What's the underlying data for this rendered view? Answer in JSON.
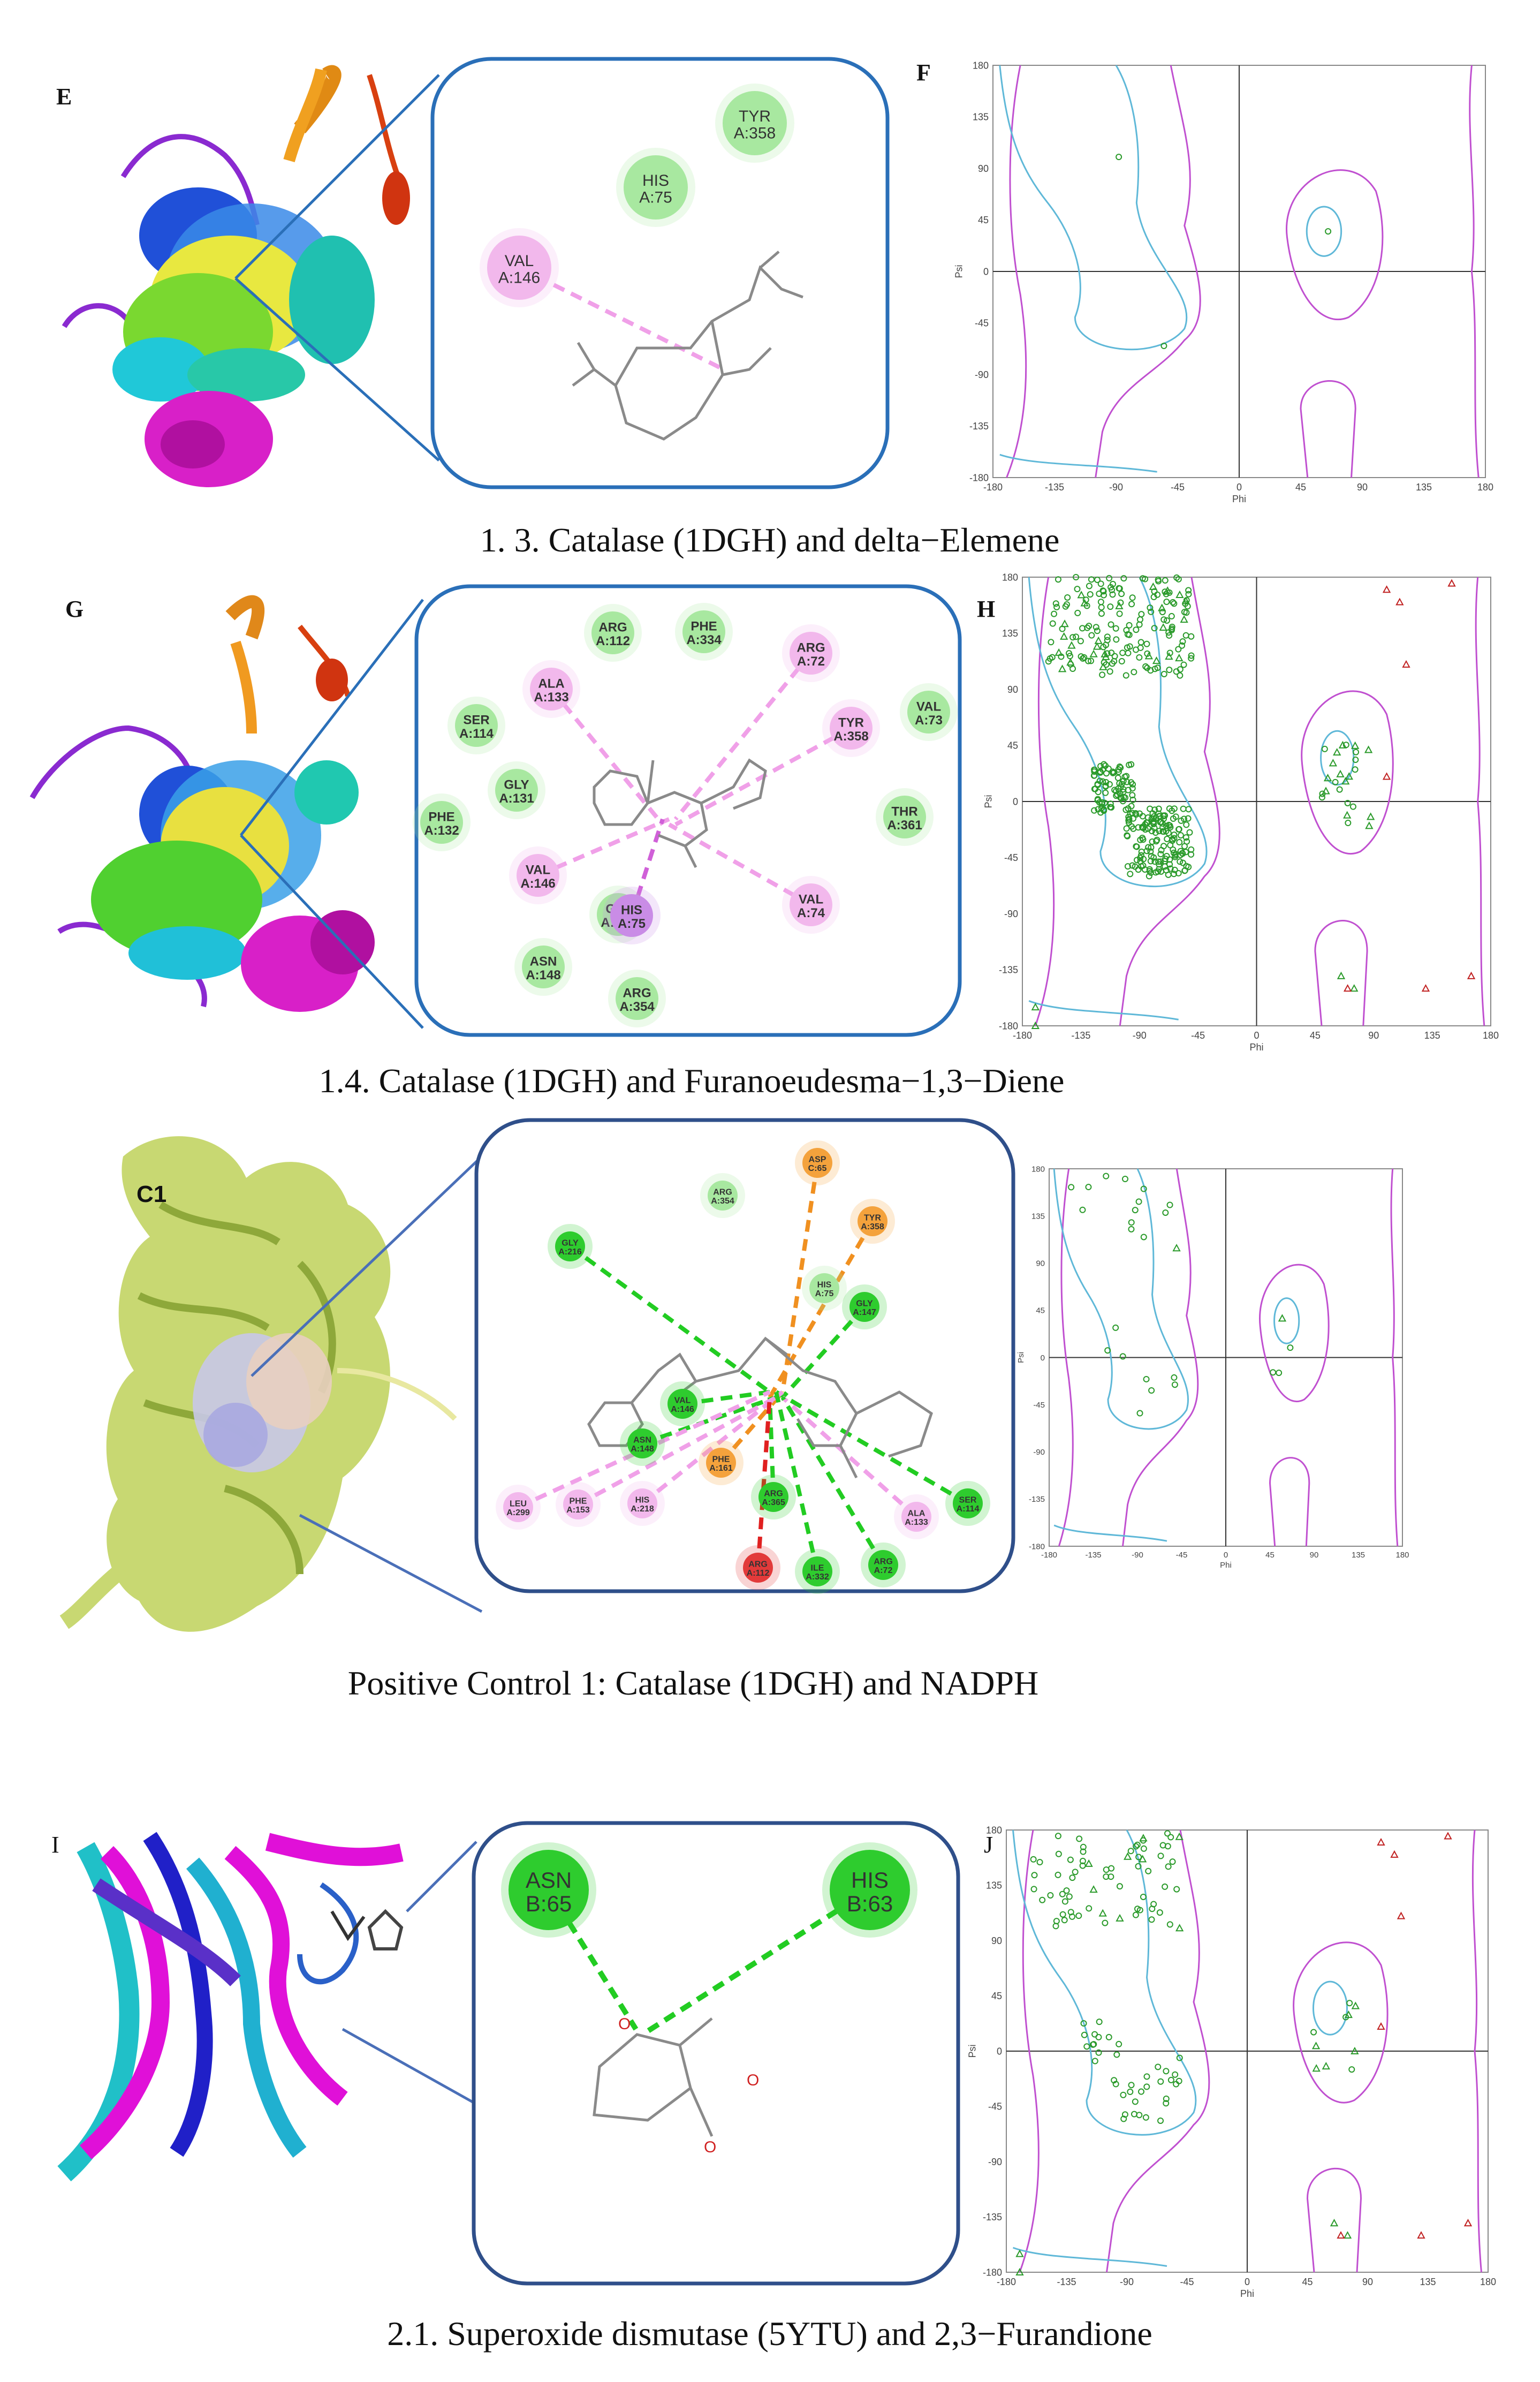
{
  "figures": [
    {
      "caption": "1. 3. Catalase (1DGH) and delta−Elemene",
      "structure_letter": "E",
      "plot_letter": "F",
      "residues": [
        {
          "name": "TYR",
          "id": "A:358",
          "type": "pi-alkyl"
        },
        {
          "name": "HIS",
          "id": "A:75",
          "type": "pi-alkyl"
        },
        {
          "name": "VAL",
          "id": "A:146",
          "type": "alkyl"
        }
      ]
    },
    {
      "caption": "1.4. Catalase (1DGH) and Furanoeudesma−1,3−Diene",
      "structure_letter": "G",
      "plot_letter": "H",
      "residues": [
        {
          "name": "ARG",
          "id": "A:112",
          "type": "vdw"
        },
        {
          "name": "PHE",
          "id": "A:334",
          "type": "vdw"
        },
        {
          "name": "ARG",
          "id": "A:72",
          "type": "alkyl"
        },
        {
          "name": "ALA",
          "id": "A:133",
          "type": "alkyl"
        },
        {
          "name": "VAL",
          "id": "A:73",
          "type": "vdw"
        },
        {
          "name": "TYR",
          "id": "A:358",
          "type": "alkyl"
        },
        {
          "name": "SER",
          "id": "A:114",
          "type": "vdw"
        },
        {
          "name": "GLY",
          "id": "A:131",
          "type": "vdw"
        },
        {
          "name": "THR",
          "id": "A:361",
          "type": "vdw"
        },
        {
          "name": "PHE",
          "id": "A:132",
          "type": "vdw"
        },
        {
          "name": "VAL",
          "id": "A:146",
          "type": "alkyl"
        },
        {
          "name": "GLY",
          "id": "A:147",
          "type": "vdw"
        },
        {
          "name": "HIS",
          "id": "A:75",
          "type": "pi"
        },
        {
          "name": "VAL",
          "id": "A:74",
          "type": "alkyl"
        },
        {
          "name": "ASN",
          "id": "A:148",
          "type": "vdw"
        },
        {
          "name": "ARG",
          "id": "A:354",
          "type": "vdw"
        }
      ]
    },
    {
      "caption": "Positive Control 1: Catalase (1DGH) and NADPH",
      "structure_letter": "C1",
      "plot_letter": "",
      "residues": [
        {
          "name": "GLY",
          "id": "A:216",
          "type": "hbond"
        },
        {
          "name": "ARG",
          "id": "A:354",
          "type": "vdw"
        },
        {
          "name": "ASP",
          "id": "C:65",
          "type": "charge"
        },
        {
          "name": "TYR",
          "id": "A:358",
          "type": "charge"
        },
        {
          "name": "HIS",
          "id": "A:75",
          "type": "vdw"
        },
        {
          "name": "GLY",
          "id": "A:147",
          "type": "hbond"
        },
        {
          "name": "VAL",
          "id": "A:146",
          "type": "hbond"
        },
        {
          "name": "ASN",
          "id": "A:148",
          "type": "hbond"
        },
        {
          "name": "PHE",
          "id": "A:161",
          "type": "charge"
        },
        {
          "name": "ARG",
          "id": "A:365",
          "type": "hbond"
        },
        {
          "name": "SER",
          "id": "A:114",
          "type": "hbond"
        },
        {
          "name": "ALA",
          "id": "A:133",
          "type": "alkyl"
        },
        {
          "name": "LEU",
          "id": "A:299",
          "type": "alkyl"
        },
        {
          "name": "PHE",
          "id": "A:153",
          "type": "alkyl"
        },
        {
          "name": "HIS",
          "id": "A:218",
          "type": "alkyl"
        },
        {
          "name": "ARG",
          "id": "A:112",
          "type": "unfav"
        },
        {
          "name": "ILE",
          "id": "A:332",
          "type": "hbond"
        },
        {
          "name": "ARG",
          "id": "A:72",
          "type": "hbond"
        }
      ]
    },
    {
      "caption": "2.1. Superoxide dismutase (5YTU) and 2,3−Furandione",
      "structure_letter": "I",
      "plot_letter": "J",
      "residues": [
        {
          "name": "ASN",
          "id": "B:65",
          "type": "hbond"
        },
        {
          "name": "HIS",
          "id": "B:63",
          "type": "hbond"
        }
      ]
    }
  ],
  "ramachandran_axes": {
    "x_label": "Phi",
    "y_label": "Psi",
    "x_ticks": [
      "-180",
      "-135",
      "-90",
      "-45",
      "0",
      "45",
      "90",
      "135",
      "180"
    ],
    "y_ticks": [
      "180",
      "135",
      "90",
      "45",
      "0",
      "-45",
      "-90",
      "-135",
      "-180"
    ]
  },
  "colors": {
    "vdw": "#a8e8a0",
    "alkyl": "#f2b8ec",
    "pi": "#c98ce6",
    "hbond": "#2ecc2e",
    "charge": "#f4a23c",
    "unfav": "#e23a3a",
    "contour_core": "#5fb8d8",
    "contour_allowed": "#c050d0",
    "point_general": "#2a9a2a",
    "point_outlier": "#c02020",
    "frame": "#2a5f9e"
  }
}
